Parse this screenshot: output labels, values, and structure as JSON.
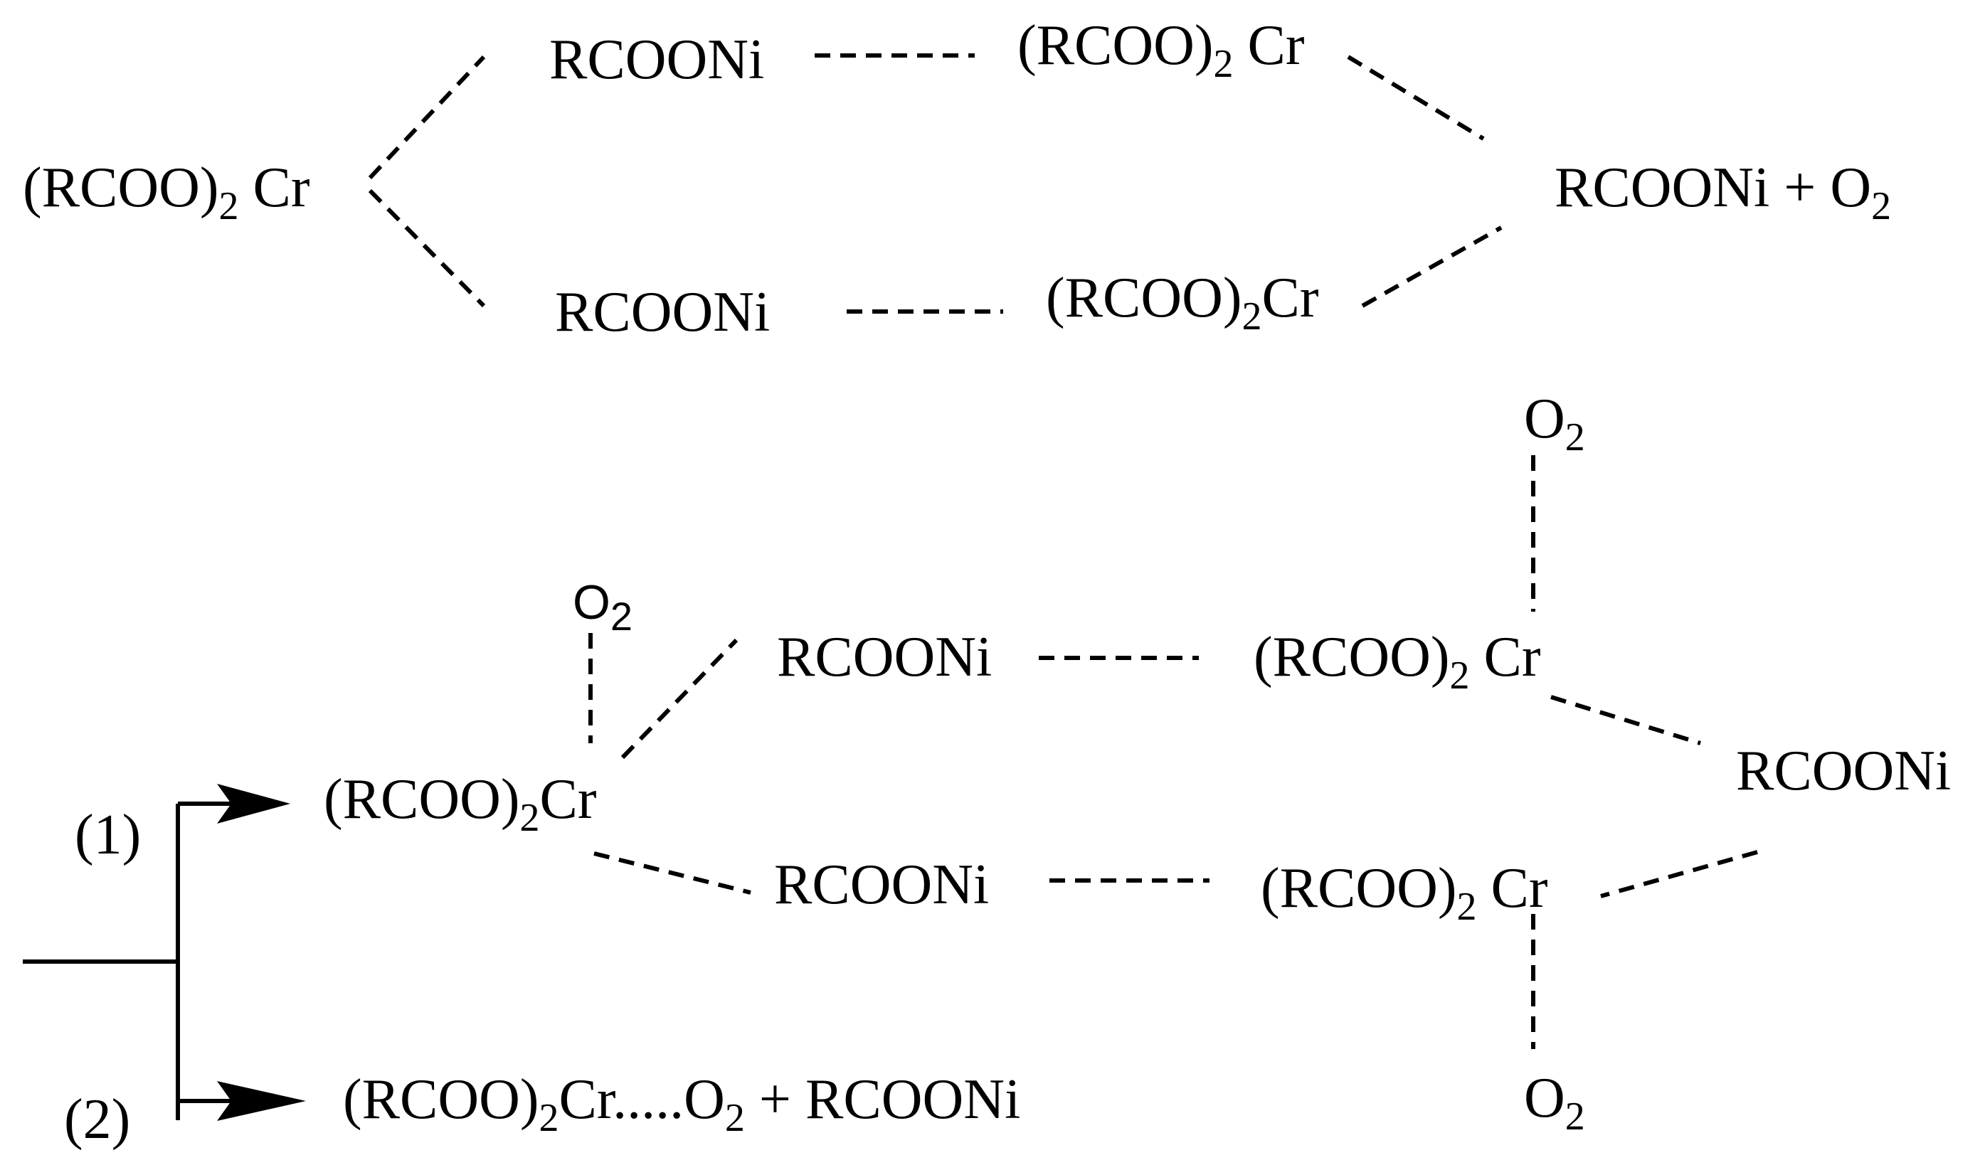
{
  "top": {
    "left_cr": {
      "main": "(RCOO)",
      "sub": "2",
      "tail": " Cr"
    },
    "ni_upper": "RCOONi",
    "cr_upper": {
      "main": "(RCOO)",
      "sub": "2",
      "tail": " Cr"
    },
    "ni_lower": "RCOONi",
    "cr_lower": {
      "main": "(RCOO)",
      "sub": "2",
      "tail": "Cr"
    },
    "right": {
      "main": "RCOONi + O",
      "sub": "2"
    }
  },
  "bottom": {
    "branch1_label": "(1)",
    "branch2_label": "(2)",
    "o2_left": {
      "main": "O",
      "sub": "2"
    },
    "center_cr": {
      "main": "(RCOO)",
      "sub": "2",
      "tail": "Cr"
    },
    "ni_upper": "RCOONi",
    "cr_upper": {
      "main": "(RCOO)",
      "sub": "2",
      "tail": " Cr"
    },
    "o2_top": {
      "main": "O",
      "sub": "2"
    },
    "ni_right": "RCOONi",
    "ni_lower": "RCOONi",
    "cr_lower": {
      "main": "(RCOO)",
      "sub": "2",
      "tail": " Cr"
    },
    "o2_bottom": {
      "main": "O",
      "sub": "2"
    },
    "product2": {
      "main": "(RCOO)",
      "sub": "2",
      "mid": "Cr.....O",
      "sub2": "2",
      "tail": " + RCOONi"
    }
  }
}
